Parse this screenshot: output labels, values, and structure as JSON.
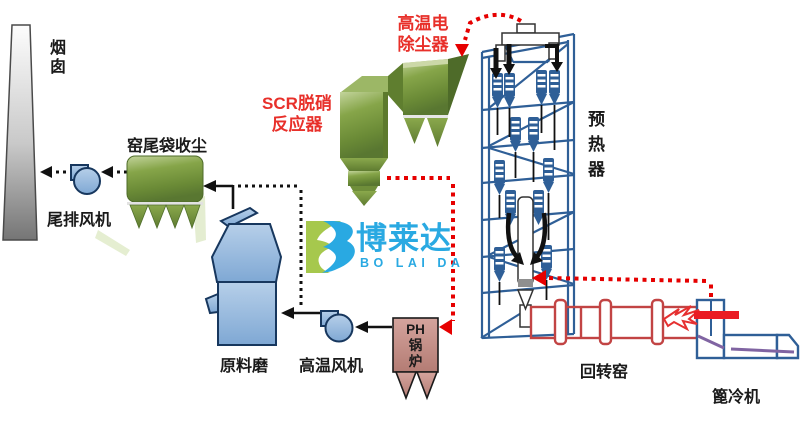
{
  "labels": {
    "smoke_stack": "烟\n囱",
    "tail_fan": "尾排风机",
    "bag_filter": "窑尾袋收尘",
    "scr_reactor": "SCR脱硝\n反应器",
    "esp": "高温电\n除尘器",
    "preheater": "预\n热\n器",
    "raw_mill": "原料磨",
    "ht_fan": "高温风机",
    "ph_boiler": "PH\n锅\n炉",
    "rotary_kiln": "回转窑",
    "grate_cooler": "篦冷机"
  },
  "logo": {
    "cn": "博莱达",
    "en": "BO LAI DA"
  },
  "colors": {
    "flow_red_dotted": "#e60000",
    "label_red": "#e8302a",
    "equipment_green": "#7fa043",
    "equipment_blue": "#8fb5dc",
    "tower_blue": "#2f5f97",
    "kiln_red": "#c24444",
    "boiler_pink": "#c9938c",
    "cooler_purple": "#8064a2",
    "logo_blue": "#29a9e2",
    "logo_green": "#a6c84d",
    "flow_black": "#111111"
  }
}
